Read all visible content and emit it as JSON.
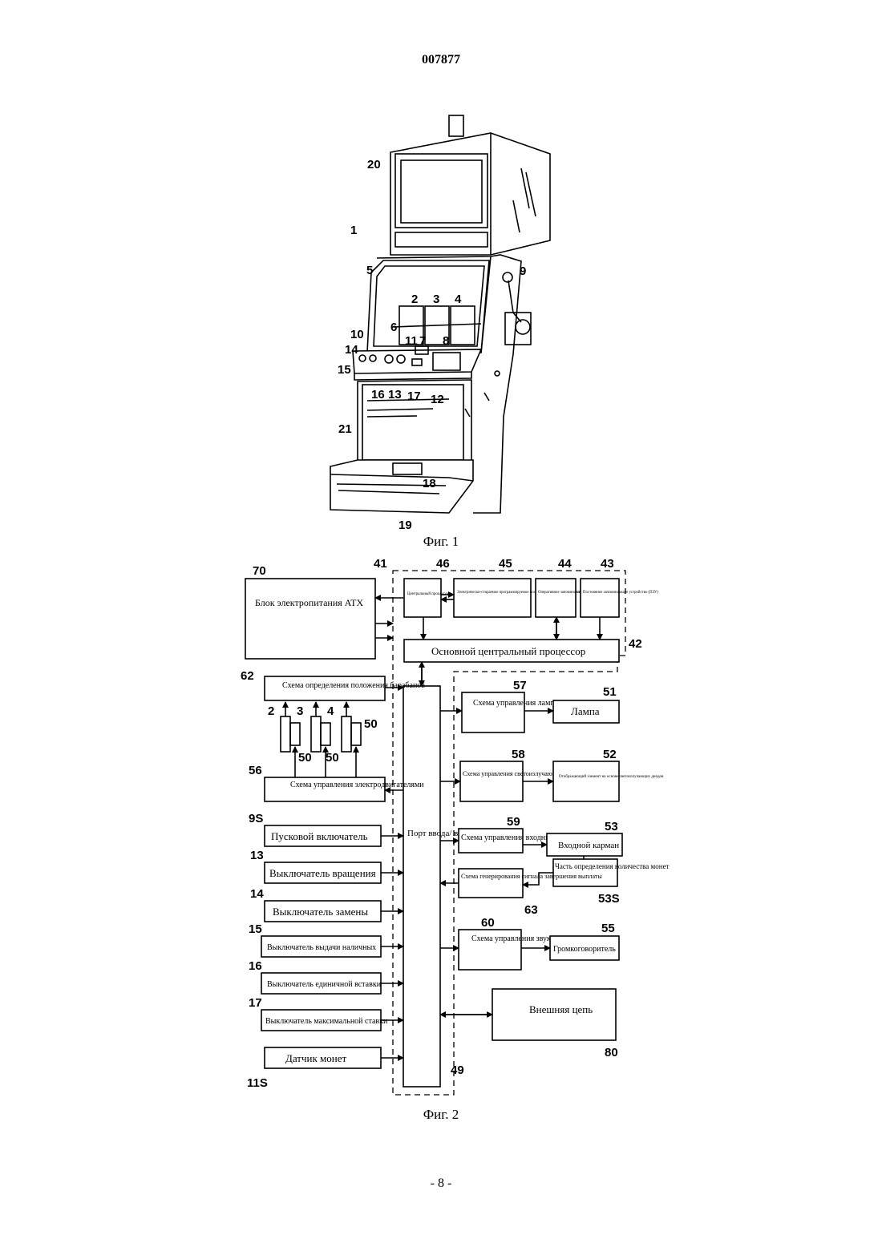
{
  "page_number": "007877",
  "fig1_caption": "Фиг. 1",
  "fig2_caption": "Фиг. 2",
  "footer": "- 8 -",
  "fig1_labels": [
    "20",
    "1",
    "5",
    "2",
    "3",
    "4",
    "9",
    "10",
    "14",
    "6",
    "11",
    "7",
    "8",
    "15",
    "16",
    "13",
    "17",
    "12",
    "21",
    "18",
    "19"
  ],
  "fig2": {
    "psu": {
      "ref": "70",
      "label": "Блок электропитания ATX"
    },
    "board_ref": "41",
    "cpu": {
      "ref": "46",
      "label": "Центральный процессор"
    },
    "eeprom": {
      "ref": "45",
      "label": "Электрически-стираемое программируемое постоянное запоминающее устройство (ЭСППЗУ)"
    },
    "ram": {
      "ref": "44",
      "label": "Оперативное запоминающее устройство (ОЗУ)"
    },
    "rom": {
      "ref": "43",
      "label": "Постоянное запоминающее устройство (ПЗУ)"
    },
    "main_cpu": {
      "ref": "42",
      "label": "Основной центральный процессор"
    },
    "reel_pos": {
      "ref": "62",
      "label": "Схема определения положения барабанов"
    },
    "reels": {
      "refs": [
        "2",
        "3",
        "4"
      ],
      "motor_ref": "50"
    },
    "motor_ctrl": {
      "ref": "56",
      "label": "Схема управления электродвигателями"
    },
    "io_port": {
      "ref": "49",
      "label": "Порт ввода/ вывода"
    },
    "switches": [
      {
        "ref": "9S",
        "label": "Пусковой включатель"
      },
      {
        "ref": "13",
        "label": "Выключатель вращения"
      },
      {
        "ref": "14",
        "label": "Выключатель замены"
      },
      {
        "ref": "15",
        "label": "Выключатель выдачи наличных"
      },
      {
        "ref": "16",
        "label": "Выключатель единичной вставки"
      },
      {
        "ref": "17",
        "label": "Выключатель максимальной ставки"
      },
      {
        "ref": "11S",
        "label": "Датчик монет"
      }
    ],
    "lamp_ctrl": {
      "ref": "57",
      "label": "Схема управления лампами"
    },
    "lamp": {
      "ref": "51",
      "label": "Лампа"
    },
    "led_ctrl": {
      "ref": "58",
      "label": "Схема управления светоизлучающими диодами"
    },
    "led_disp": {
      "ref": "52",
      "label": "Отображающий элемент на основе светоизлучающих диодов"
    },
    "hopper_ctrl": {
      "ref": "59",
      "label": "Схема управления входным карманом"
    },
    "hopper": {
      "ref": "53",
      "label": "Входной карман"
    },
    "coin_count": {
      "ref": "53S",
      "label": "Часть определения количества монет"
    },
    "payout_sig": {
      "ref": "63",
      "label": "Схема генерирования сигнала завершения выплаты"
    },
    "sound_ctrl": {
      "ref": "60",
      "label": "Схема управления звуком"
    },
    "speaker": {
      "ref": "55",
      "label": "Громкоговоритель"
    },
    "ext": {
      "ref": "80",
      "label": "Внешняя цепь"
    }
  },
  "colors": {
    "ink": "#000000",
    "paper": "#ffffff"
  }
}
